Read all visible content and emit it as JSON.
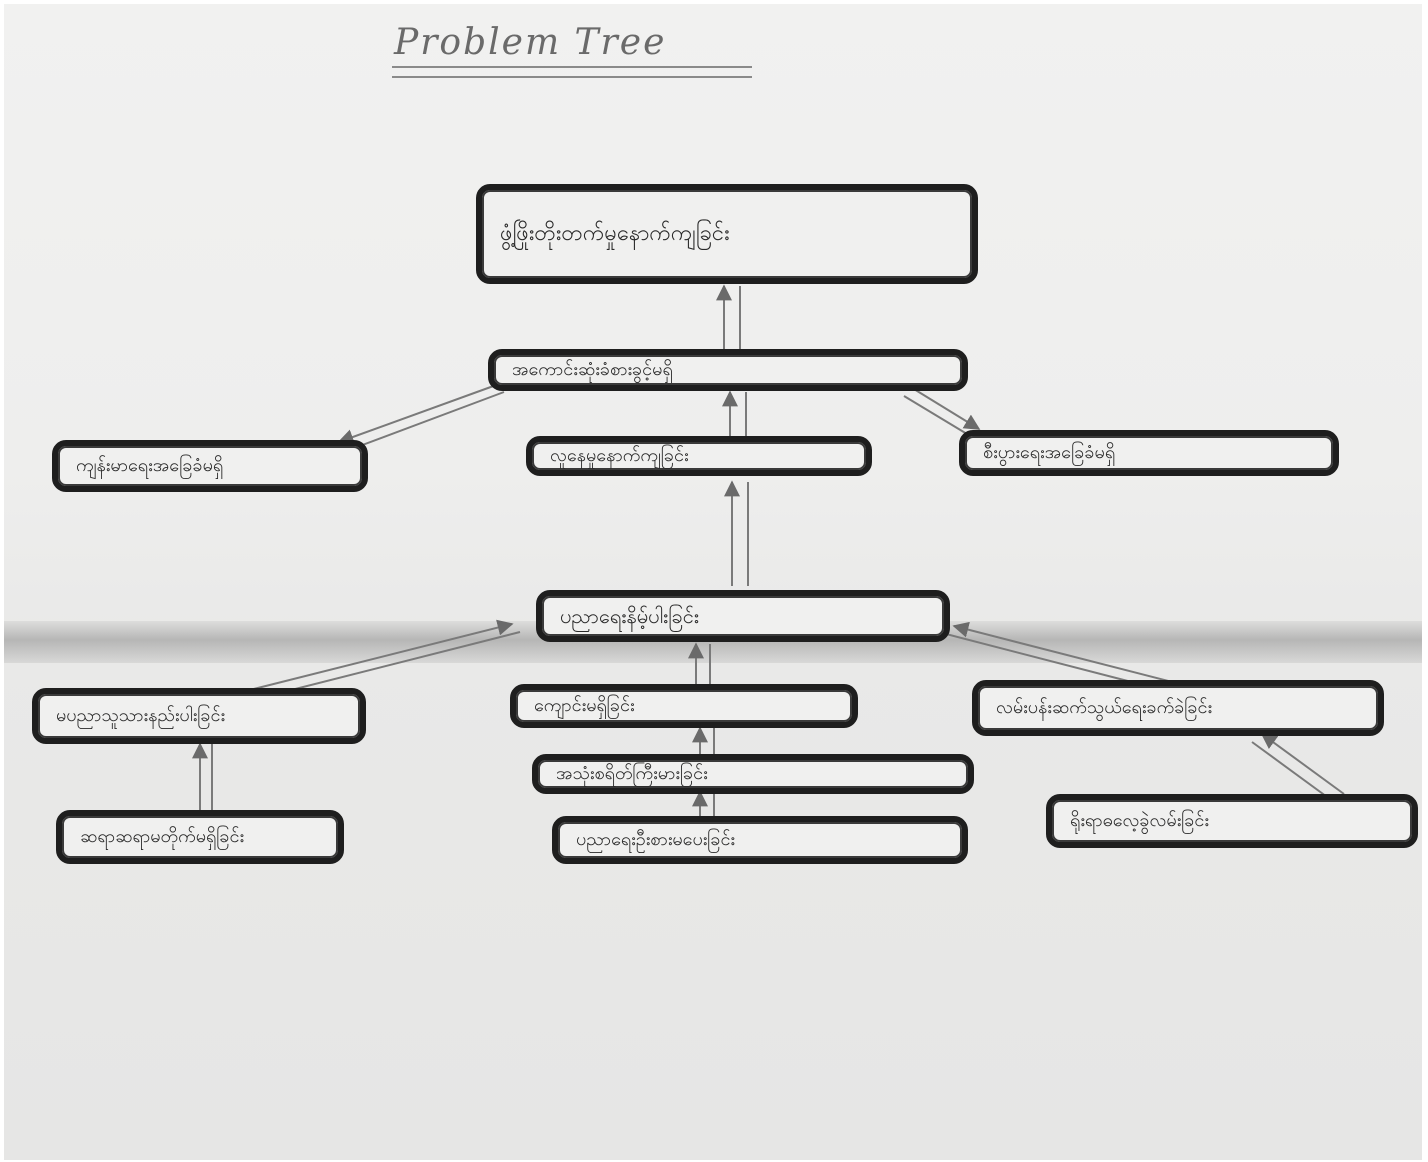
{
  "title": "Problem Tree",
  "nodes": {
    "top": "ဖွံ့ဖြိုးတိုးတက်မှုနောက်ကျခြင်း",
    "core_effect": "အကောင်းဆုံးခံစားခွင့်မရှိ",
    "effect_left": "ကျန်းမာရေးအခြေခံမရှိ",
    "effect_mid": "လူနေမှုနောက်ကျခြင်း",
    "effect_right": "စီးပွားရေးအခြေခံမရှိ",
    "core_problem": "ပညာရေးနိမ့်ပါးခြင်း",
    "cause_left": "မပညာသူသားနည်းပါးခြင်း",
    "cause_mid": "ကျောင်းမရှိခြင်း",
    "cause_right": "လမ်းပန်းဆက်သွယ်ရေးခက်ခဲခြင်း",
    "cause_mid2": "အသုံးစရိတ်ကြီးမားခြင်း",
    "root_left": "ဆရာဆရာမတိုက်မရှိခြင်း",
    "root_mid": "ပညာရေးဦးစားမပေးခြင်း",
    "root_right": "ရိုးရာဓလေ့ခွဲလမ်းခြင်း"
  }
}
